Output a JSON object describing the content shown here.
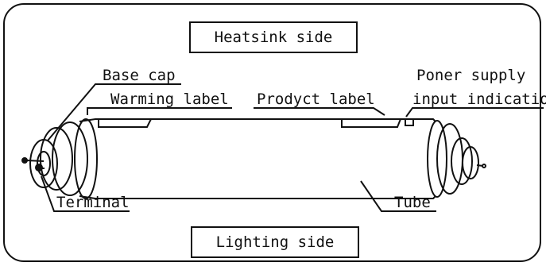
{
  "labels": {
    "heatsink_side": "Heatsink side",
    "lighting_side": "Lighting side",
    "base_cap": "Base cap",
    "warning_label": "Warming label",
    "product_label": "Prodyct label",
    "power_supply_line1": "Poner supply",
    "power_supply_line2": "input indication",
    "terminal": "Terminal",
    "tube": "Tube"
  },
  "colors": {
    "line": "#111111",
    "background": "#ffffff"
  }
}
